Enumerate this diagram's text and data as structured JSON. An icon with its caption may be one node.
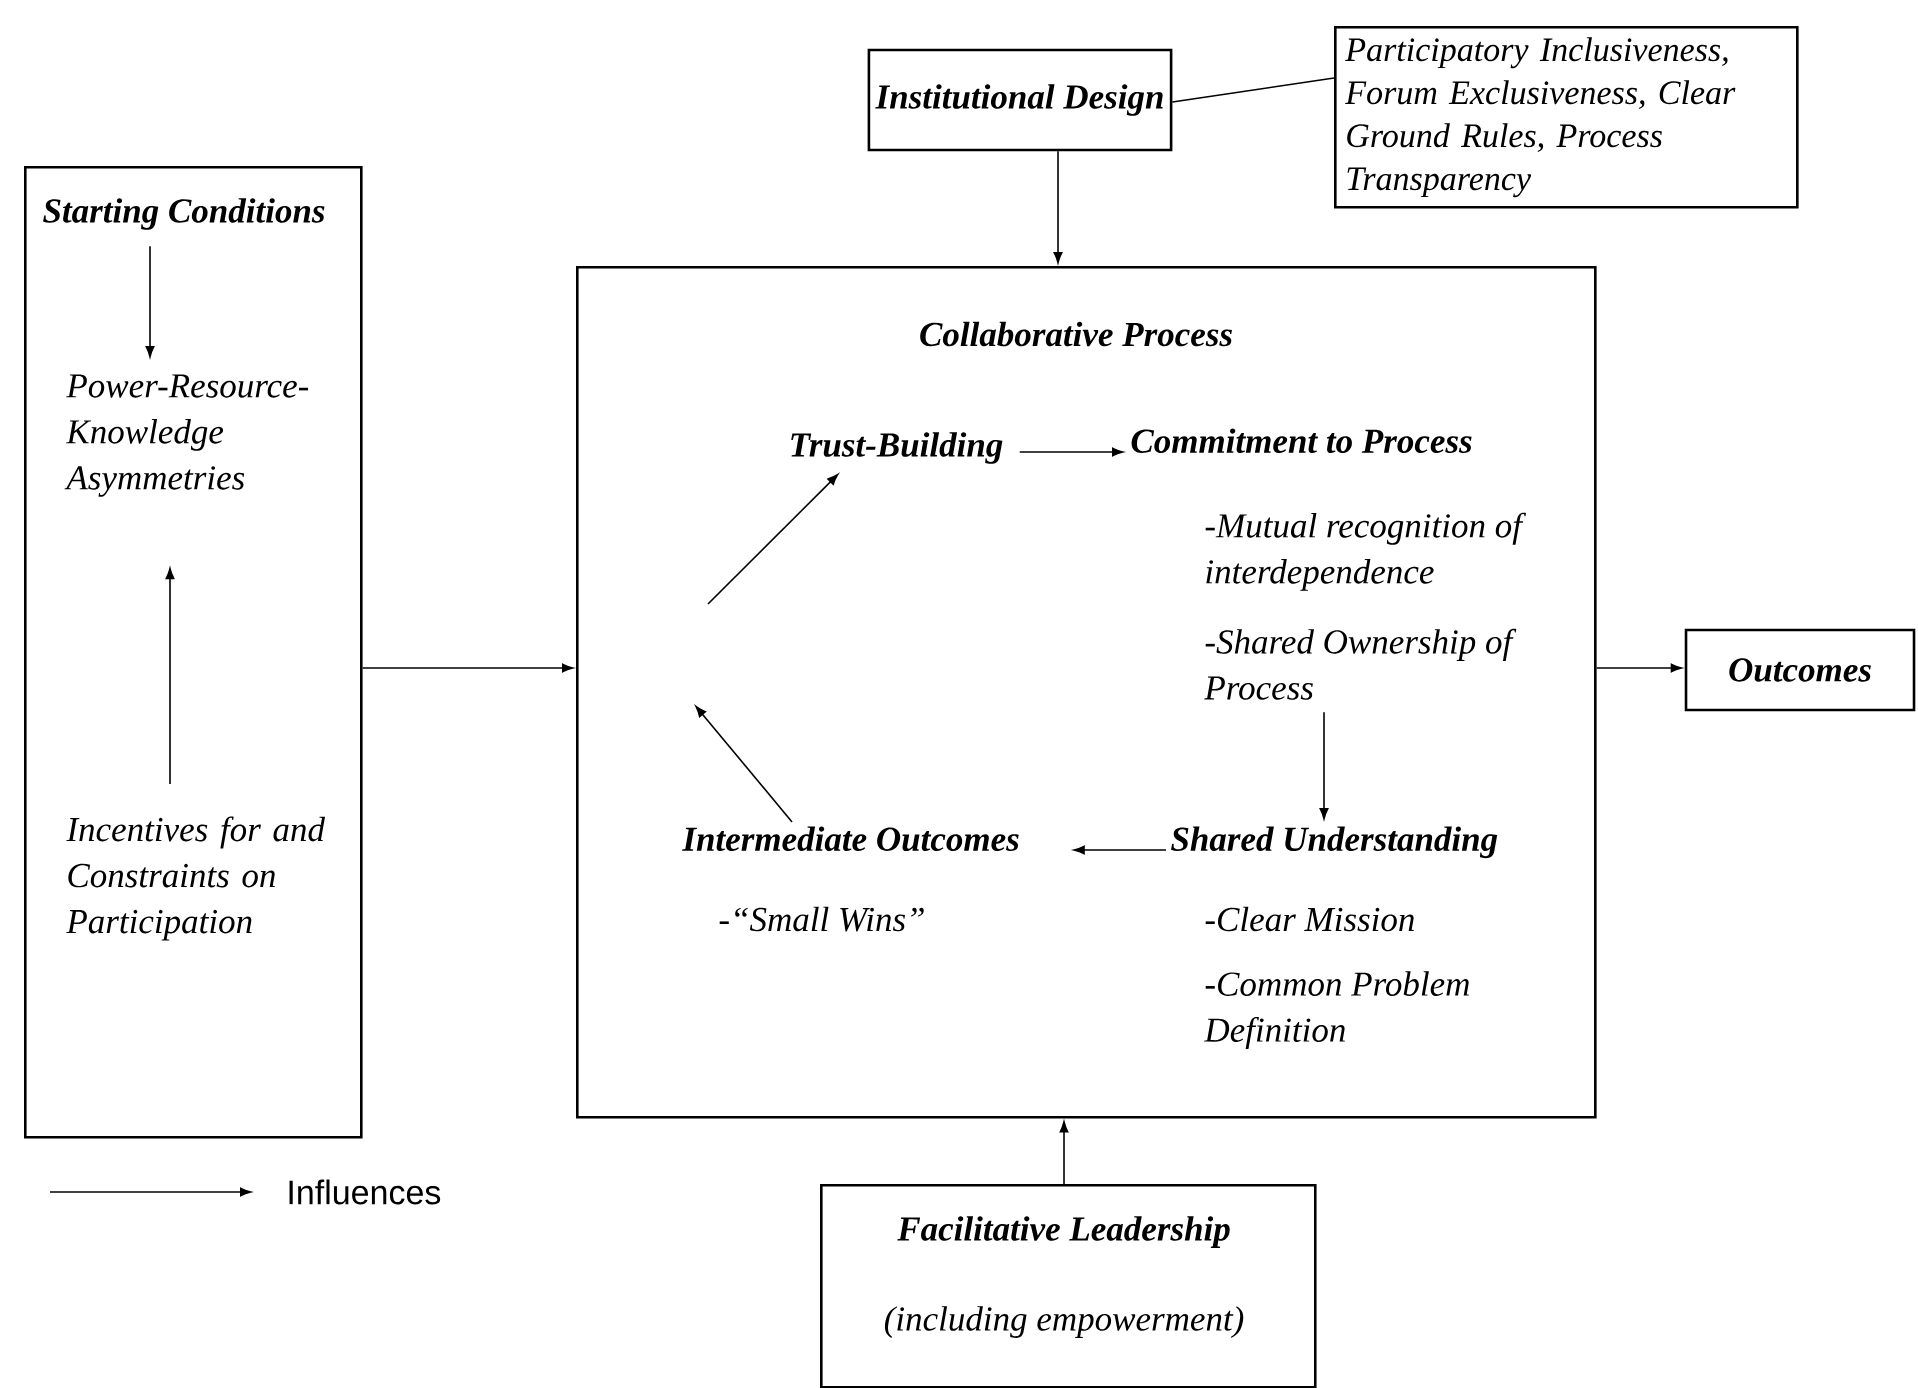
{
  "diagram": {
    "nodes": [
      {
        "text": [],
        "shape": "box"
      },
      {
        "text": [
          "Starting Conditions"
        ],
        "in": 0
      },
      {
        "text": [
          "Power-Resource-Knowledge Asymmetries"
        ],
        "in": 0
      },
      {
        "text": [
          "Incentives for and Constraints on Participation"
        ],
        "in": 0
      },
      {
        "text": [
          "Institutional Design"
        ]
      },
      {
        "text": [
          "Participatory Inclusiveness, Forum Exclusiveness, Clear Ground Rules, Process Transparency"
        ]
      },
      {
        "text": [
          "Collaborative Process"
        ]
      },
      {
        "text": [
          "Trust-Building"
        ],
        "in": 6
      },
      {
        "text": [
          "Commitment to Process",
          "-Mutual recognition of interdependence",
          "-Shared Ownership of Process"
        ],
        "in": 6
      },
      {
        "text": [
          "Shared Understanding",
          "-Clear Mission",
          "-Common Problem Definition"
        ],
        "in": 6
      },
      {
        "text": [
          "Intermediate Outcomes",
          "-“Small Wins”"
        ],
        "in": 6
      },
      {
        "text": [
          "Outcomes"
        ]
      },
      {
        "text": [
          "Facilitative Leadership",
          "(including empowerment)"
        ]
      }
    ],
    "edges": [
      {
        "from": 1,
        "to": 2,
        "arrow": "to"
      },
      {
        "from": 3,
        "to": 2,
        "arrow": "to"
      },
      {
        "from": 0,
        "to": 6,
        "arrow": "to"
      },
      {
        "from": 4,
        "to": 6,
        "arrow": "to"
      },
      {
        "from": 4,
        "to": 5,
        "arrow": "none"
      },
      {
        "from": 7,
        "to": 8,
        "arrow": "to"
      },
      {
        "from": 8,
        "to": 9,
        "arrow": "to"
      },
      {
        "from": 9,
        "to": 10,
        "arrow": "to"
      },
      {
        "from": 10,
        "to": null,
        "arrow": "to"
      },
      {
        "from": null,
        "to": 7,
        "arrow": "to"
      },
      {
        "from": 6,
        "to": 11,
        "arrow": "to"
      },
      {
        "from": 12,
        "to": 6,
        "arrow": "to"
      }
    ],
    "legend": [
      {
        "text": "Influences"
      }
    ]
  }
}
